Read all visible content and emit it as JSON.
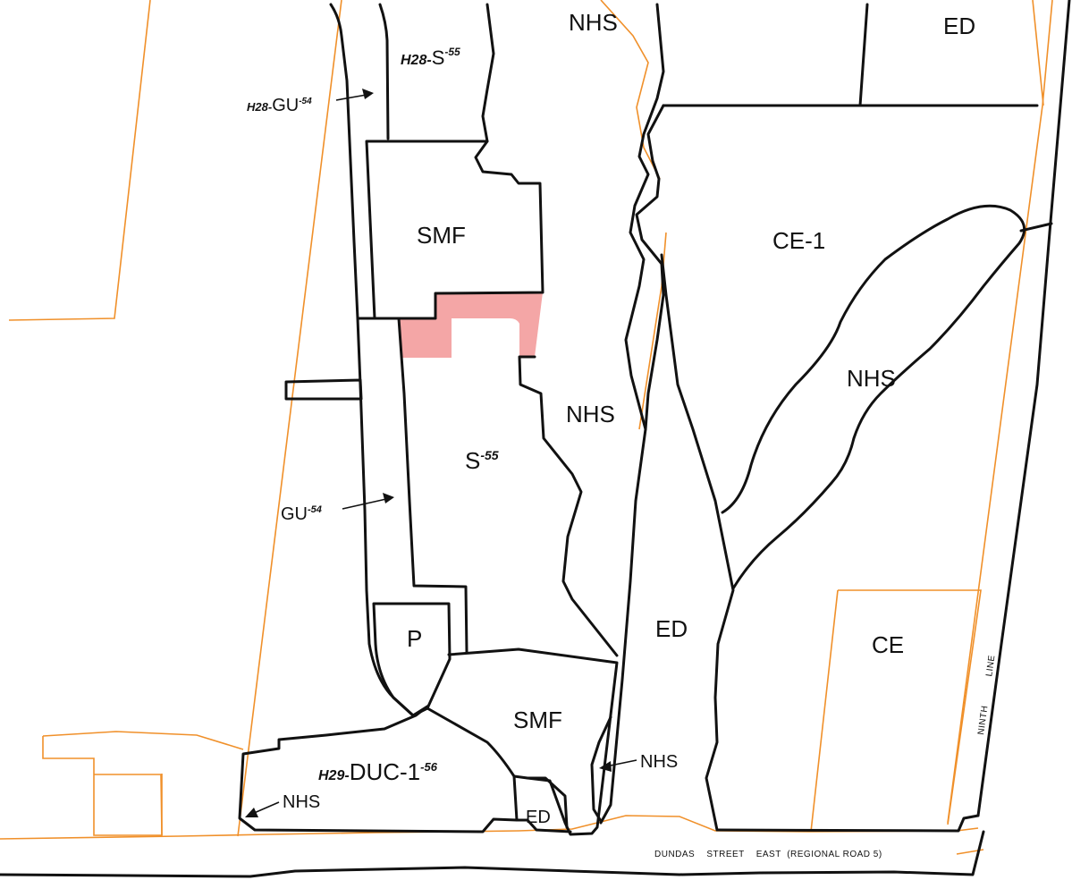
{
  "colors": {
    "zone_boundary": "#111111",
    "parcel_boundary": "#f0902a",
    "subject_lands": "#f4a6a6",
    "background": "#ffffff"
  },
  "labels": {
    "nhs_top": "NHS",
    "ed_top_right": "ED",
    "h28_s55": {
      "prefix": "H28-",
      "base": "S",
      "exception": "-55"
    },
    "h28_gu54": {
      "prefix": "H28-",
      "base": "GU",
      "exception": "-54"
    },
    "smf_upper": "SMF",
    "ce1": "CE-1",
    "nhs_right": "NHS",
    "nhs_middle": "NHS",
    "s55": {
      "base": "S",
      "exception": "-55"
    },
    "gu54": {
      "base": "GU",
      "exception": "-54"
    },
    "ed_middle": "ED",
    "ce": "CE",
    "p": "P",
    "smf_lower": "SMF",
    "h29_duc": {
      "prefix": "H29-",
      "base": "DUC-1",
      "exception": "-56"
    },
    "nhs_lower_mid": "NHS",
    "nhs_lower_left": "NHS",
    "ed_lower": "ED",
    "road_dundas": "DUNDAS    STREET    EAST  (REGIONAL ROAD 5)",
    "road_ninth": "NINTH          LINE"
  }
}
